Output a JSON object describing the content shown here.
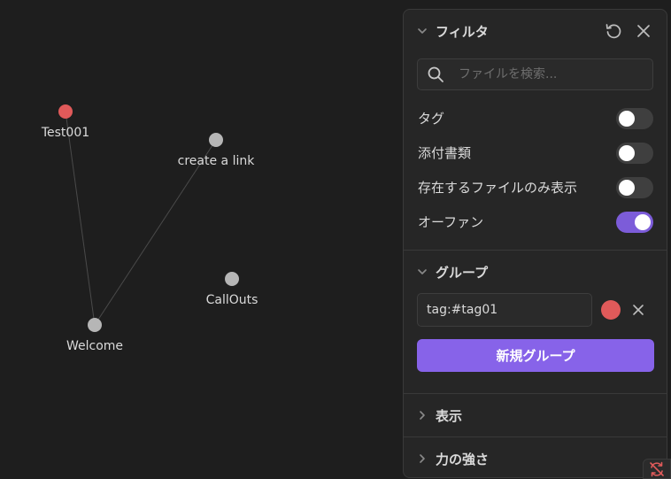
{
  "graph": {
    "nodes": [
      {
        "id": "test001",
        "label": "Test001",
        "color": "#e05a5a"
      },
      {
        "id": "create",
        "label": "create a link",
        "color": "#b6b6b6"
      },
      {
        "id": "callouts",
        "label": "CallOuts",
        "color": "#b6b6b6"
      },
      {
        "id": "welcome",
        "label": "Welcome",
        "color": "#b6b6b6"
      }
    ],
    "edges": [
      [
        "test001",
        "welcome"
      ],
      [
        "create",
        "welcome"
      ]
    ]
  },
  "filters": {
    "title": "フィルタ",
    "search_placeholder": "ファイルを検索...",
    "toggles": [
      {
        "label": "タグ",
        "on": false
      },
      {
        "label": "添付書類",
        "on": false
      },
      {
        "label": "存在するファイルのみ表示",
        "on": false
      },
      {
        "label": "オーファン",
        "on": true
      }
    ]
  },
  "groups": {
    "title": "グループ",
    "items": [
      {
        "query": "tag:#tag01",
        "color": "#e05a5a"
      }
    ],
    "new_group_label": "新規グループ"
  },
  "display": {
    "title": "表示"
  },
  "forces": {
    "title": "力の強さ"
  },
  "colors": {
    "accent": "#8763e9",
    "toggle_on": "#7c5cd9",
    "danger": "#e05a5a"
  }
}
